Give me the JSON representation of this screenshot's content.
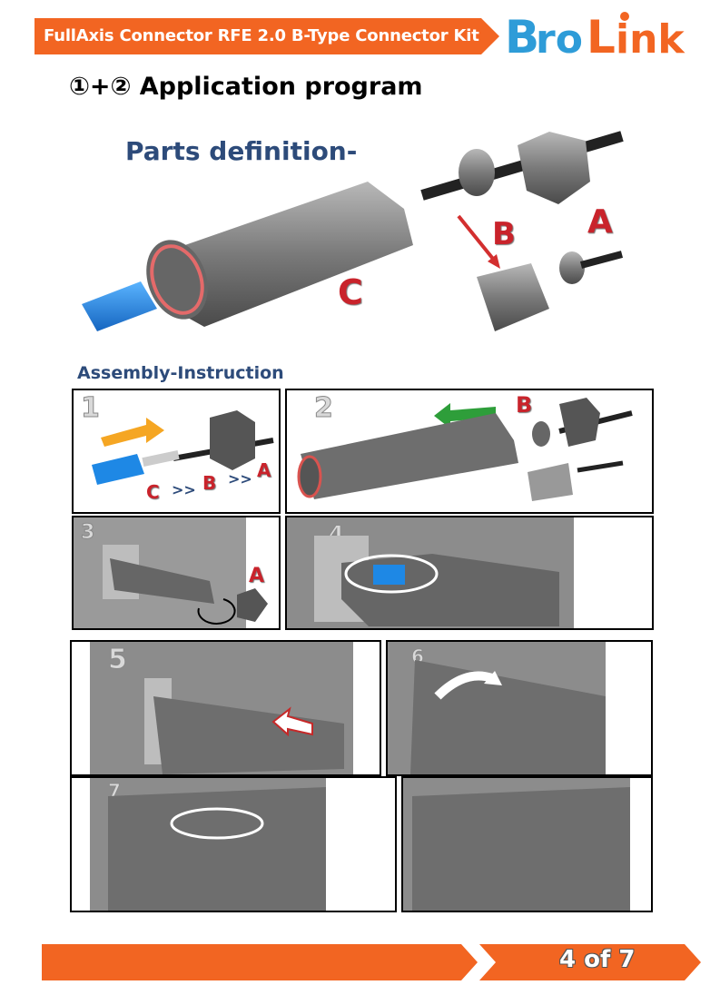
{
  "header": {
    "title": "FullAxis Connector RFE 2.0 B-Type Connector Kit",
    "logo_text": "BroLink",
    "accent_color": "#f26522"
  },
  "section": {
    "title": "①+② Application program"
  },
  "parts": {
    "heading": "Parts definition-",
    "label_a": "A",
    "label_b": "B",
    "label_c": "C"
  },
  "assembly": {
    "heading": "Assembly-Instruction",
    "steps": [
      {
        "num": "1",
        "sequence": [
          "C",
          ">>",
          "B",
          ">>",
          "A"
        ]
      },
      {
        "num": "2",
        "label": "B"
      },
      {
        "num": "3",
        "label": "A"
      },
      {
        "num": "4"
      },
      {
        "num": "5"
      },
      {
        "num": "6"
      },
      {
        "num": "7"
      }
    ]
  },
  "footer": {
    "page": "4 of  7"
  }
}
